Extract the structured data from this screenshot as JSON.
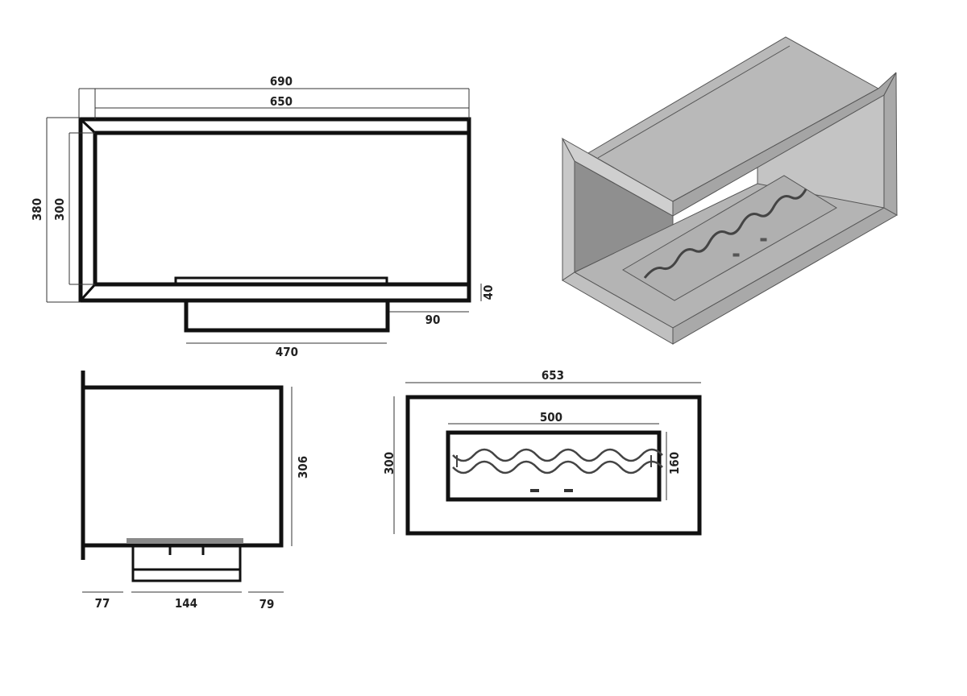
{
  "colors": {
    "line": "#111111",
    "panel_light": "#c8c8c8",
    "panel_mid": "#a9a9a9",
    "panel_dark": "#8f8f8f",
    "tray_bar": "#8a8a8a"
  },
  "front_view": {
    "overall_width": "690",
    "inner_width": "650",
    "overall_height": "380",
    "inner_height": "300",
    "frame_depth": "40",
    "base_offset": "90",
    "base_width": "470"
  },
  "side_view": {
    "height": "306",
    "left_offset": "77",
    "base_depth": "144",
    "right_offset": "79"
  },
  "top_view": {
    "overall_width": "653",
    "overall_depth": "300",
    "burner_width": "500",
    "burner_depth": "160"
  }
}
